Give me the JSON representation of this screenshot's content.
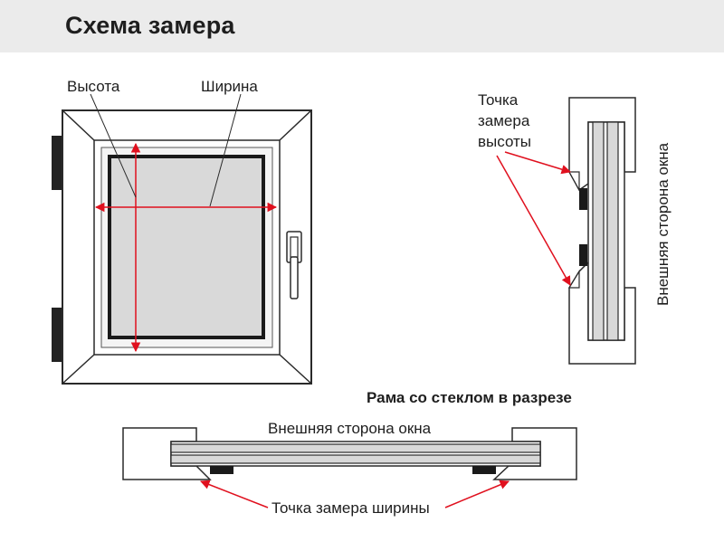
{
  "header": {
    "title": "Схема замера"
  },
  "labels": {
    "height": "Высота",
    "width": "Ширина",
    "height_point": [
      "Точка",
      "замера",
      "высоты"
    ],
    "outer_side_vertical": "Внешняя сторона окна",
    "section_title": "Рама со стеклом в разрезе",
    "outer_side_horizontal": "Внешняя сторона окна",
    "width_point": "Точка замера ширины"
  },
  "colors": {
    "header_bg": "#ebebeb",
    "arrow": "#e0101e",
    "frame_line": "#2a2a2a",
    "glass": "#d8d8d8",
    "frame_dark": "#222222"
  }
}
